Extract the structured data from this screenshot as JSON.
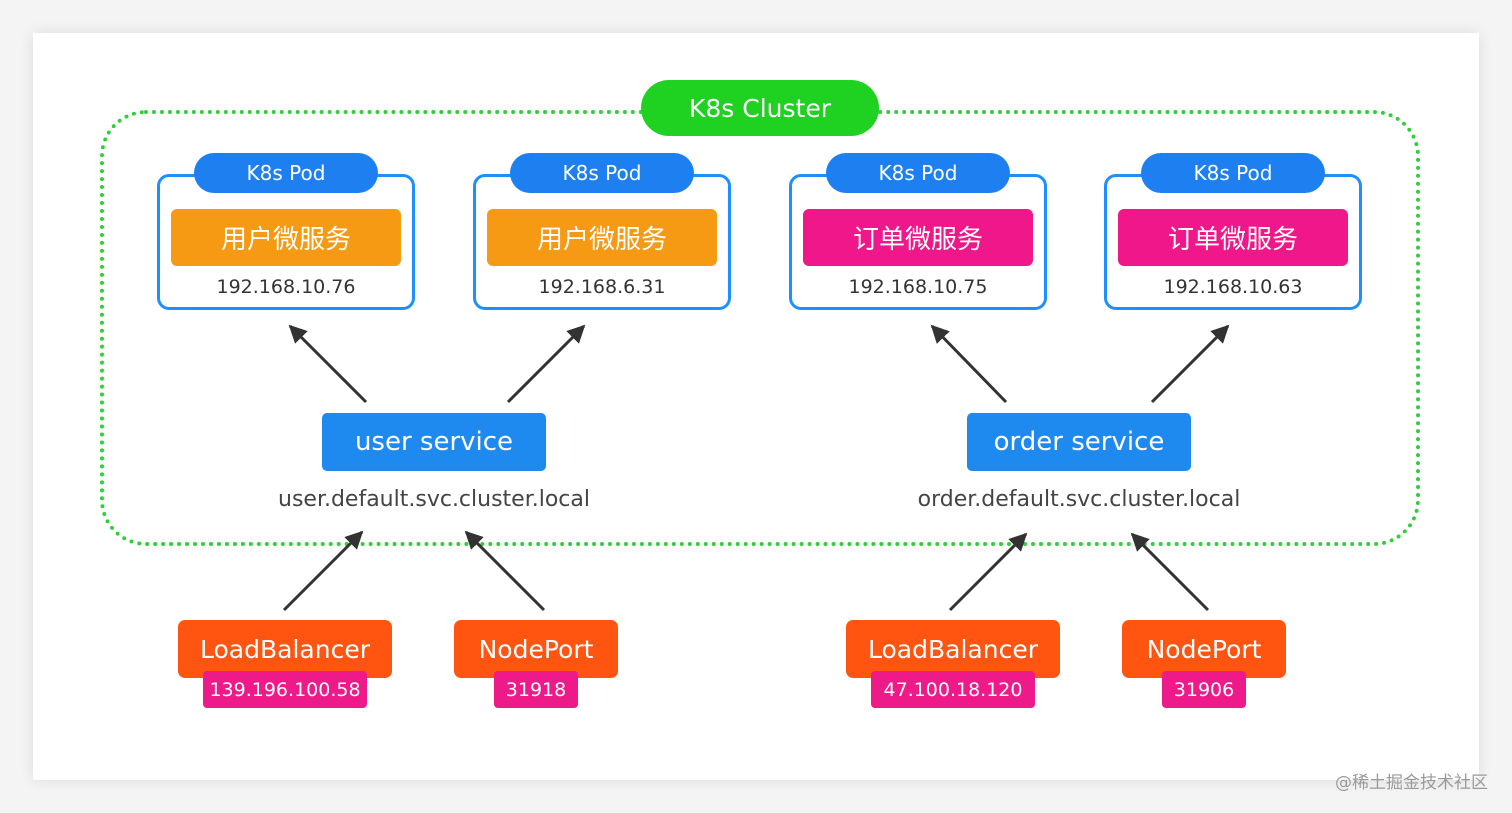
{
  "cluster": {
    "label": "K8s Cluster"
  },
  "pods": [
    {
      "tag": "K8s Pod",
      "service": "用户微服务",
      "ip": "192.168.10.76"
    },
    {
      "tag": "K8s Pod",
      "service": "用户微服务",
      "ip": "192.168.6.31"
    },
    {
      "tag": "K8s Pod",
      "service": "订单微服务",
      "ip": "192.168.10.75"
    },
    {
      "tag": "K8s Pod",
      "service": "订单微服务",
      "ip": "192.168.10.63"
    }
  ],
  "services": [
    {
      "label": "user service",
      "dns": "user.default.svc.cluster.local"
    },
    {
      "label": "order service",
      "dns": "order.default.svc.cluster.local"
    }
  ],
  "external": [
    {
      "type": "LoadBalancer",
      "value": "139.196.100.58"
    },
    {
      "type": "NodePort",
      "value": "31918"
    },
    {
      "type": "LoadBalancer",
      "value": "47.100.18.120"
    },
    {
      "type": "NodePort",
      "value": "31906"
    }
  ],
  "watermark": "@稀土掘金技术社区",
  "colors": {
    "cluster_green": "#1fd120",
    "pod_blue": "#1e8fff",
    "user_orange": "#f59a12",
    "order_pink": "#f0178a",
    "external_orange": "#ff5511",
    "external_pink": "#ee1a8a"
  }
}
